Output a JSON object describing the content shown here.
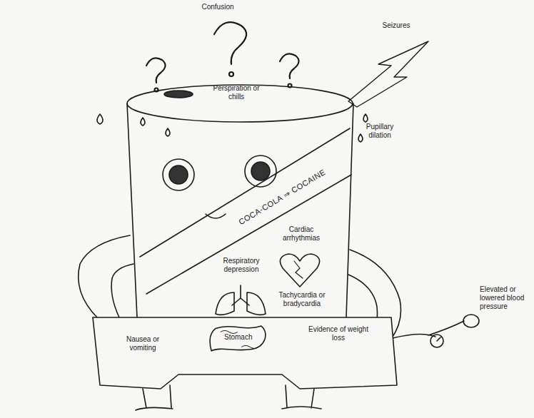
{
  "diagram": {
    "nodes": [
      {
        "text": [
          "Stomach"
        ]
      }
    ],
    "labels": [
      "Confusion",
      "Seizures",
      "Perspiration or chills",
      "Pupillary dilation",
      "COCA-COLA ⇒ COCAINE",
      "Cardiac arrhythmias",
      "Respiratory depression",
      "Tachycardia or bradycardia",
      "Elevated or lowered blood pressure",
      "Nausea or vomiting",
      "Evidence of weight loss"
    ]
  }
}
